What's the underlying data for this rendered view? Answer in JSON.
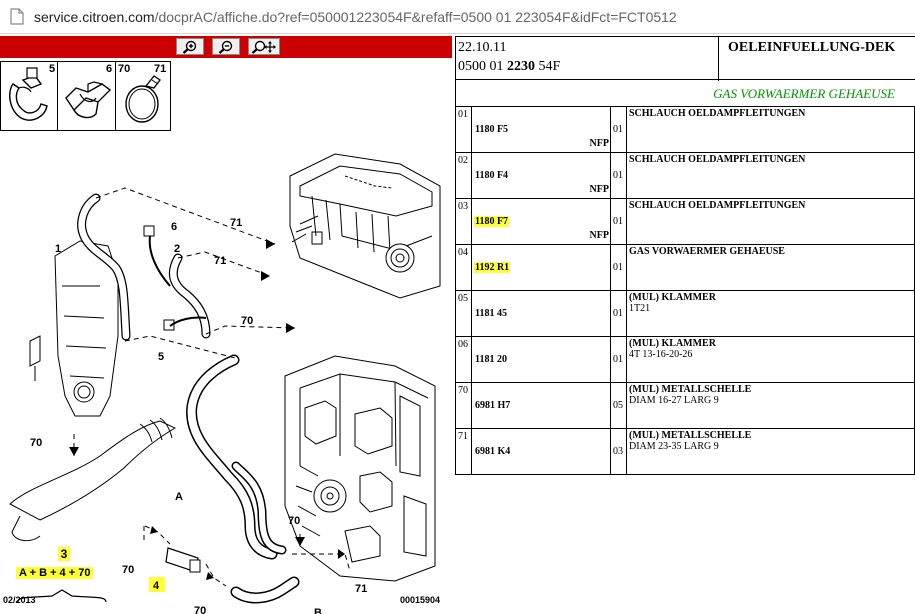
{
  "browser": {
    "url_host": "service.citroen.com",
    "url_path": "/docprAC/affiche.do?ref=050001223054F&refaff=0500 01 223054F&idFct=FCT0512"
  },
  "toolbar": {
    "zoom_in_icon": "magnifier-plus-icon",
    "zoom_out_icon": "magnifier-minus-icon",
    "zoom_move_icon": "magnifier-move-icon",
    "color": "#cc0000"
  },
  "clips": [
    {
      "num": "5"
    },
    {
      "num": "6"
    },
    {
      "num": "70"
    },
    {
      "num": "71"
    }
  ],
  "diagram": {
    "labels": [
      "1",
      "6",
      "2",
      "71",
      "71",
      "5",
      "70",
      "70",
      "A",
      "70",
      "70",
      "4",
      "70",
      "B",
      "71"
    ],
    "legend_num": "3",
    "legend_formula": "A + B + 4 + 70",
    "date": "02/2013",
    "ref": "00015904",
    "highlight_color": "#ffff33"
  },
  "header": {
    "date": "22.10.11",
    "ref_prefix": "0500 01",
    "ref_bold": "2230",
    "ref_suffix": "54F",
    "title": "OELEINFUELLUNG-DEK",
    "subtitle": "GAS VORWAERMER GEHAEUSE",
    "subtitle_color": "#009900"
  },
  "parts": [
    {
      "idx": "01",
      "pn": "1180 F5",
      "nfp": "NFP",
      "qty": "01",
      "desc1": "SCHLAUCH OELDAMPFLEITUNGEN",
      "desc2": "",
      "highlight": false
    },
    {
      "idx": "02",
      "pn": "1180 F4",
      "nfp": "NFP",
      "qty": "01",
      "desc1": "SCHLAUCH OELDAMPFLEITUNGEN",
      "desc2": "",
      "highlight": false
    },
    {
      "idx": "03",
      "pn": "1180 F7",
      "nfp": "NFP",
      "qty": "01",
      "desc1": "SCHLAUCH OELDAMPFLEITUNGEN",
      "desc2": "",
      "highlight": true
    },
    {
      "idx": "04",
      "pn": "1192 R1",
      "nfp": "",
      "qty": "01",
      "desc1": "GAS VORWAERMER GEHAEUSE",
      "desc2": "",
      "highlight": true
    },
    {
      "idx": "05",
      "pn": "1181 45",
      "nfp": "",
      "qty": "01",
      "desc1": "(MUL) KLAMMER",
      "desc2": "1T21",
      "highlight": false
    },
    {
      "idx": "06",
      "pn": "1181 20",
      "nfp": "",
      "qty": "01",
      "desc1": "(MUL) KLAMMER",
      "desc2": "4T 13-16-20-26",
      "highlight": false
    },
    {
      "idx": "70",
      "pn": "6981 H7",
      "nfp": "",
      "qty": "05",
      "desc1": "(MUL) METALLSCHELLE",
      "desc2": "DIAM 16-27 LARG 9",
      "highlight": false
    },
    {
      "idx": "71",
      "pn": "6981 K4",
      "nfp": "",
      "qty": "03",
      "desc1": "(MUL) METALLSCHELLE",
      "desc2": "DIAM 23-35 LARG 9",
      "highlight": false
    }
  ]
}
